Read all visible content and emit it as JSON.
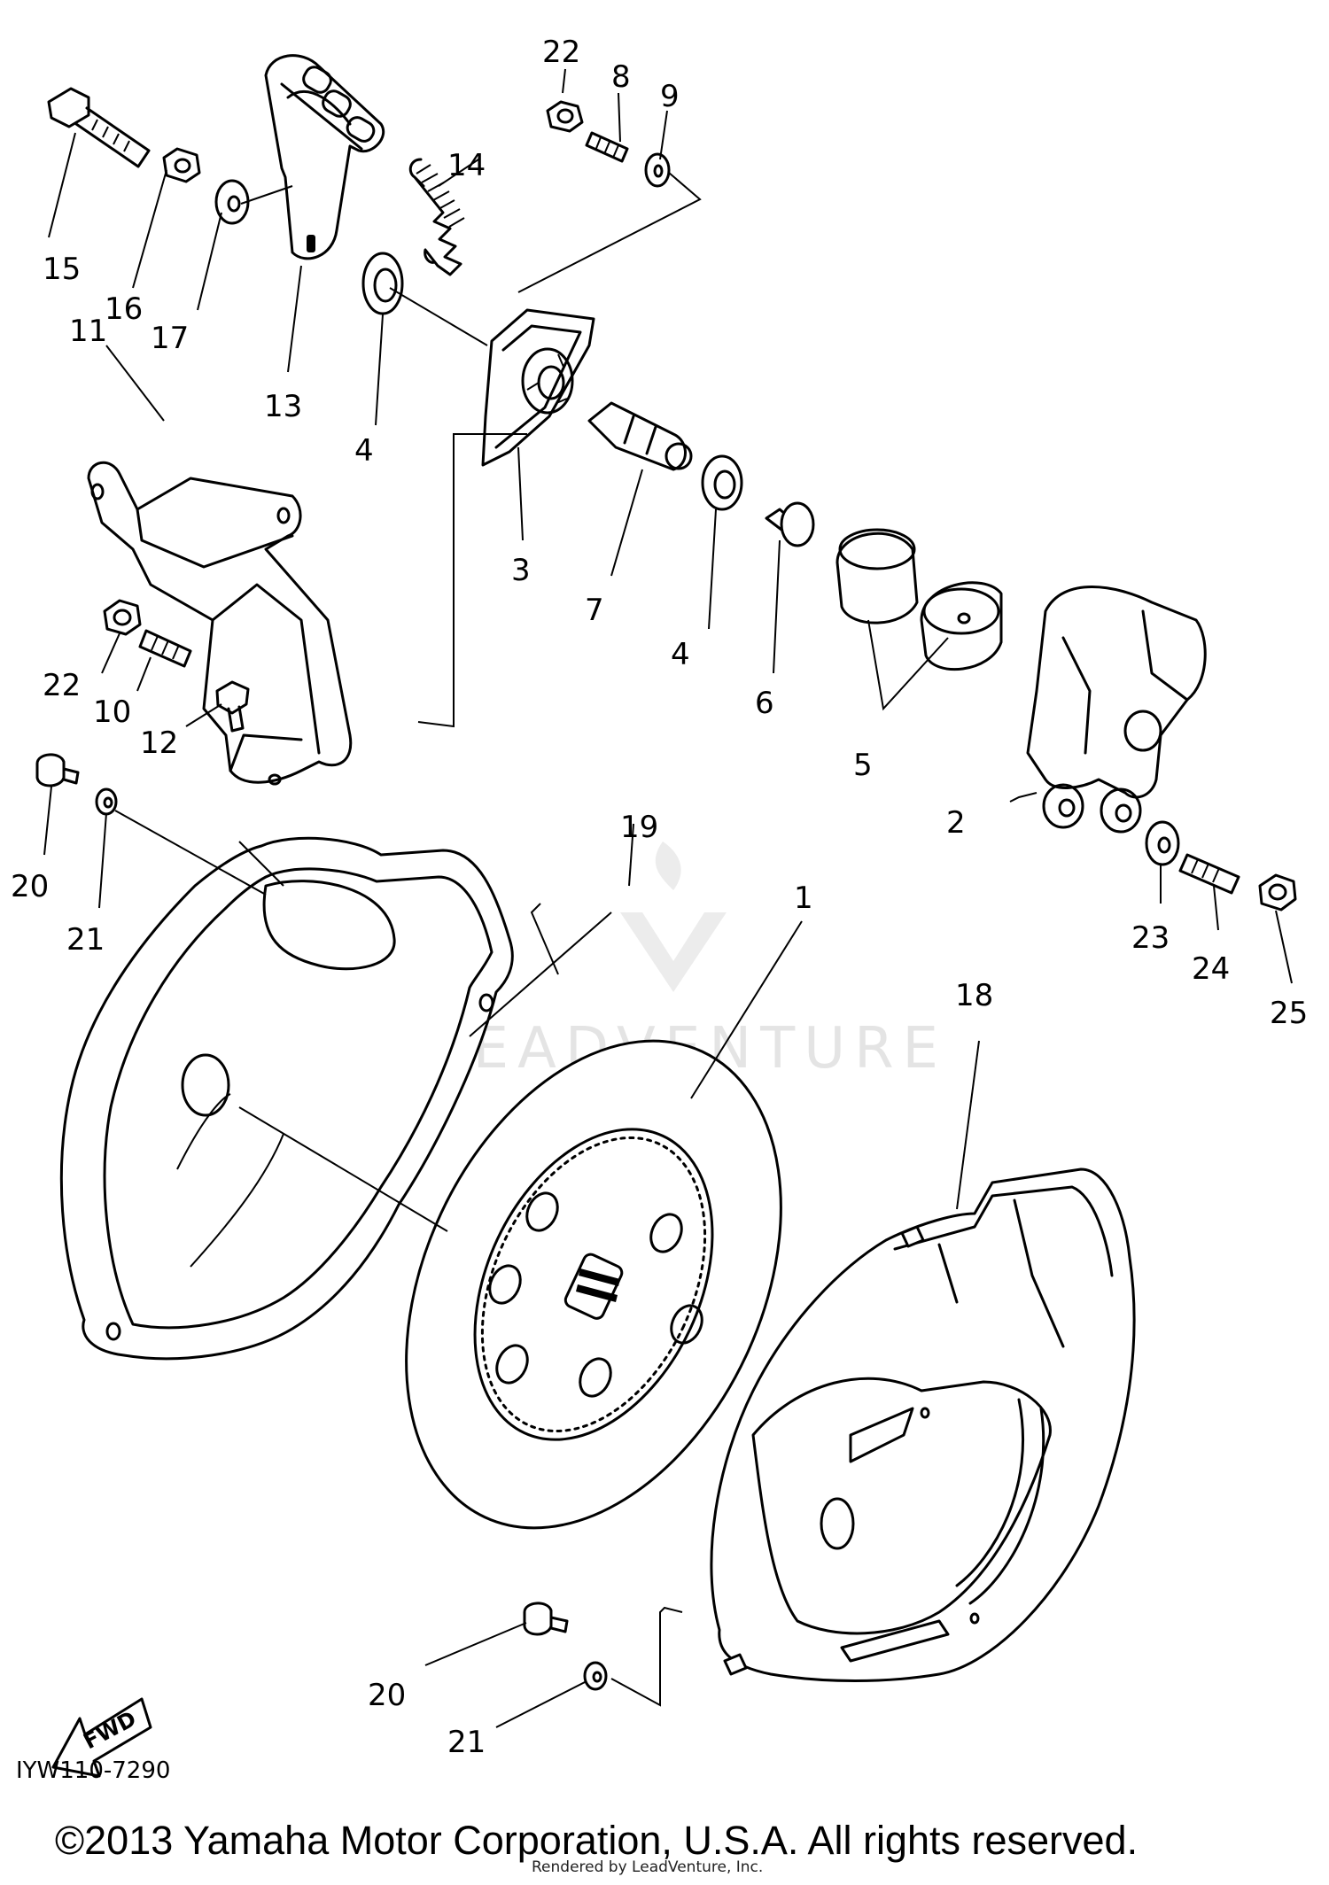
{
  "callouts": {
    "c1": "1",
    "c2": "2",
    "c3": "3",
    "c4a": "4",
    "c4b": "4",
    "c5": "5",
    "c6": "6",
    "c7": "7",
    "c8": "8",
    "c9": "9",
    "c10": "10",
    "c11": "11",
    "c12": "12",
    "c13": "13",
    "c14": "14",
    "c15": "15",
    "c16": "16",
    "c17": "17",
    "c18": "18",
    "c19": "19",
    "c20a": "20",
    "c20b": "20",
    "c21a": "21",
    "c21b": "21",
    "c22a": "22",
    "c22b": "22",
    "c23": "23",
    "c24": "24",
    "c25": "25"
  },
  "fwd_label": "FWD",
  "watermark": "LEADVENTURE",
  "diagram_code": "IYW110-7290",
  "copyright": "©2013 Yamaha Motor Corporation, U.S.A. All rights reserved.",
  "rendered_by": "Rendered by LeadVenture, Inc."
}
